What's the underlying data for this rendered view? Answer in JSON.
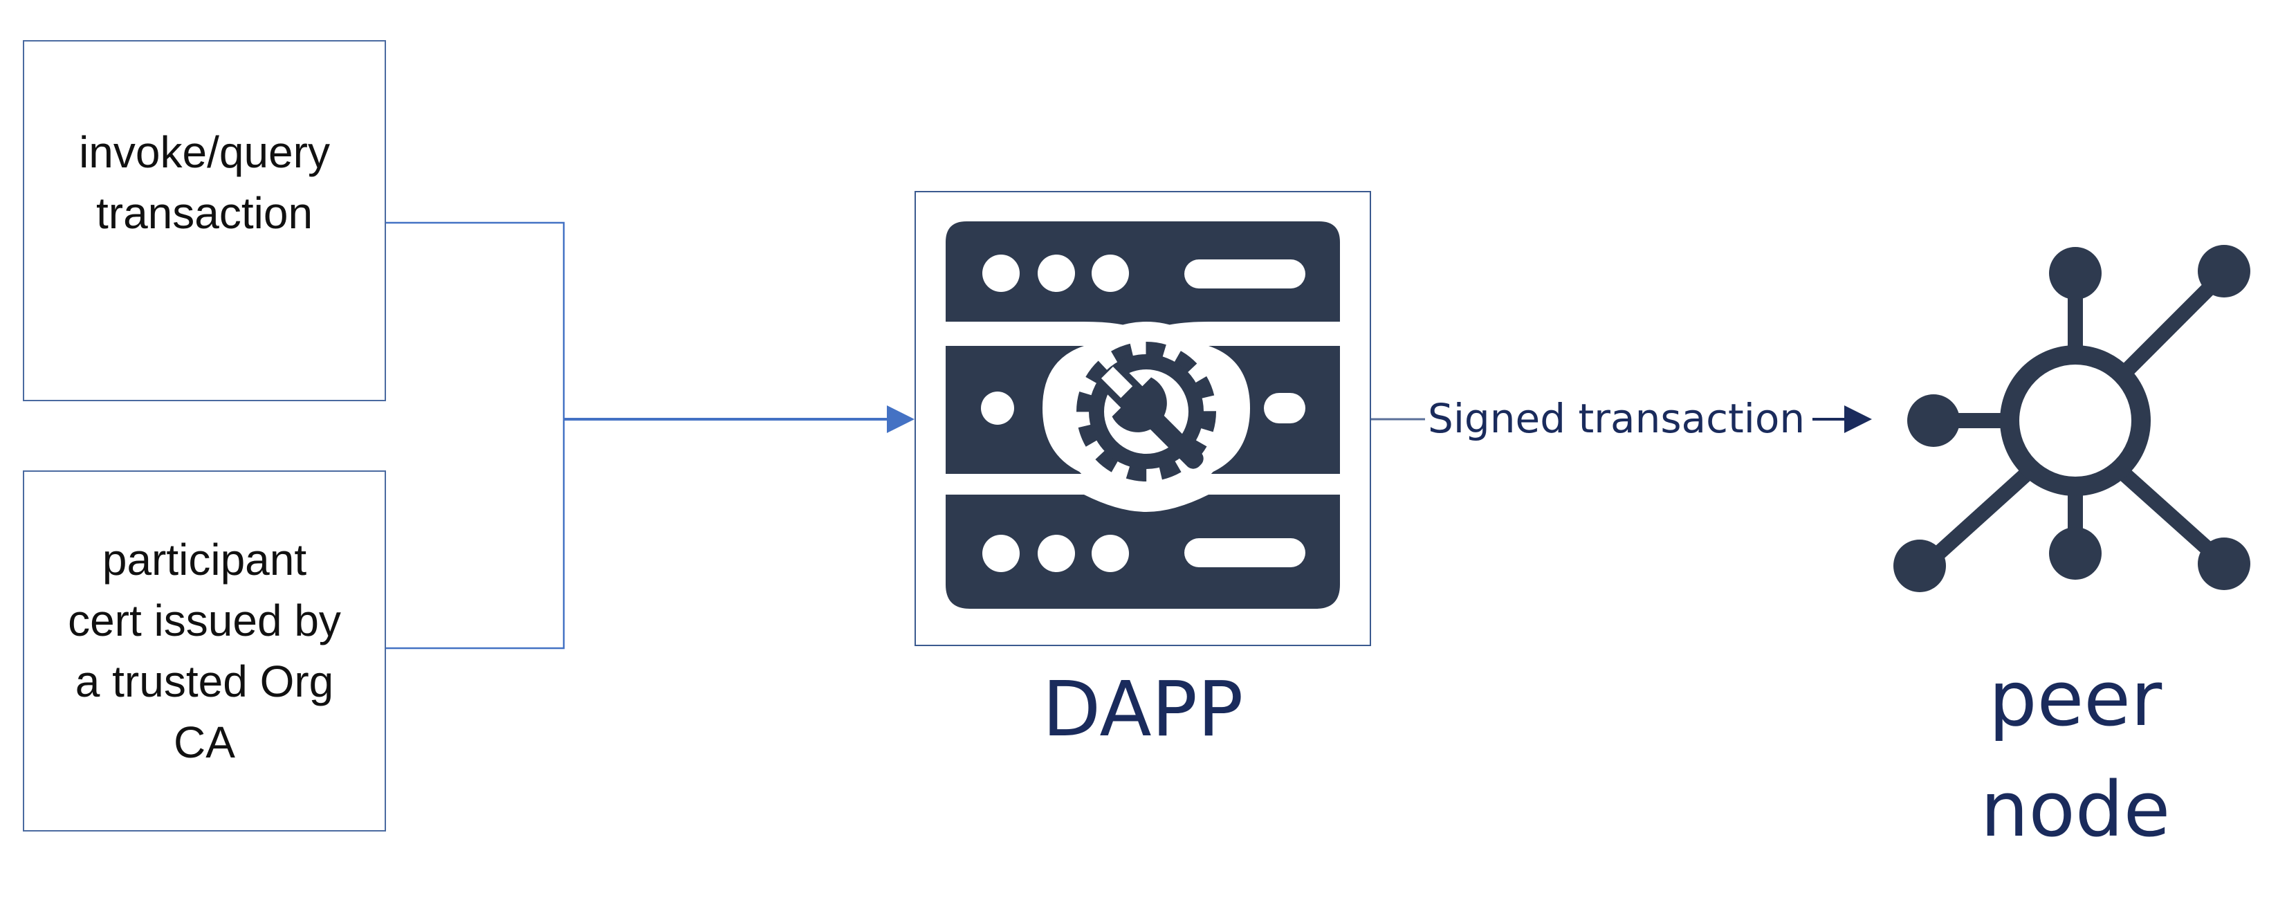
{
  "nodes": {
    "invoke": {
      "label": "invoke/query\ntransaction"
    },
    "cert": {
      "label": "participant\ncert issued by\na trusted Org\nCA"
    },
    "dapp": {
      "label": "DAPP",
      "icon": "server-gear-icon"
    },
    "peer": {
      "label": "peer\nnode",
      "icon": "network-hub-icon"
    }
  },
  "edges": {
    "signed": {
      "label": "Signed transaction"
    }
  },
  "colors": {
    "box_border": "#4a6aa0",
    "connector": "#4472c4",
    "icon_fill": "#2e3a4f",
    "label_text": "#1a2b5c"
  }
}
